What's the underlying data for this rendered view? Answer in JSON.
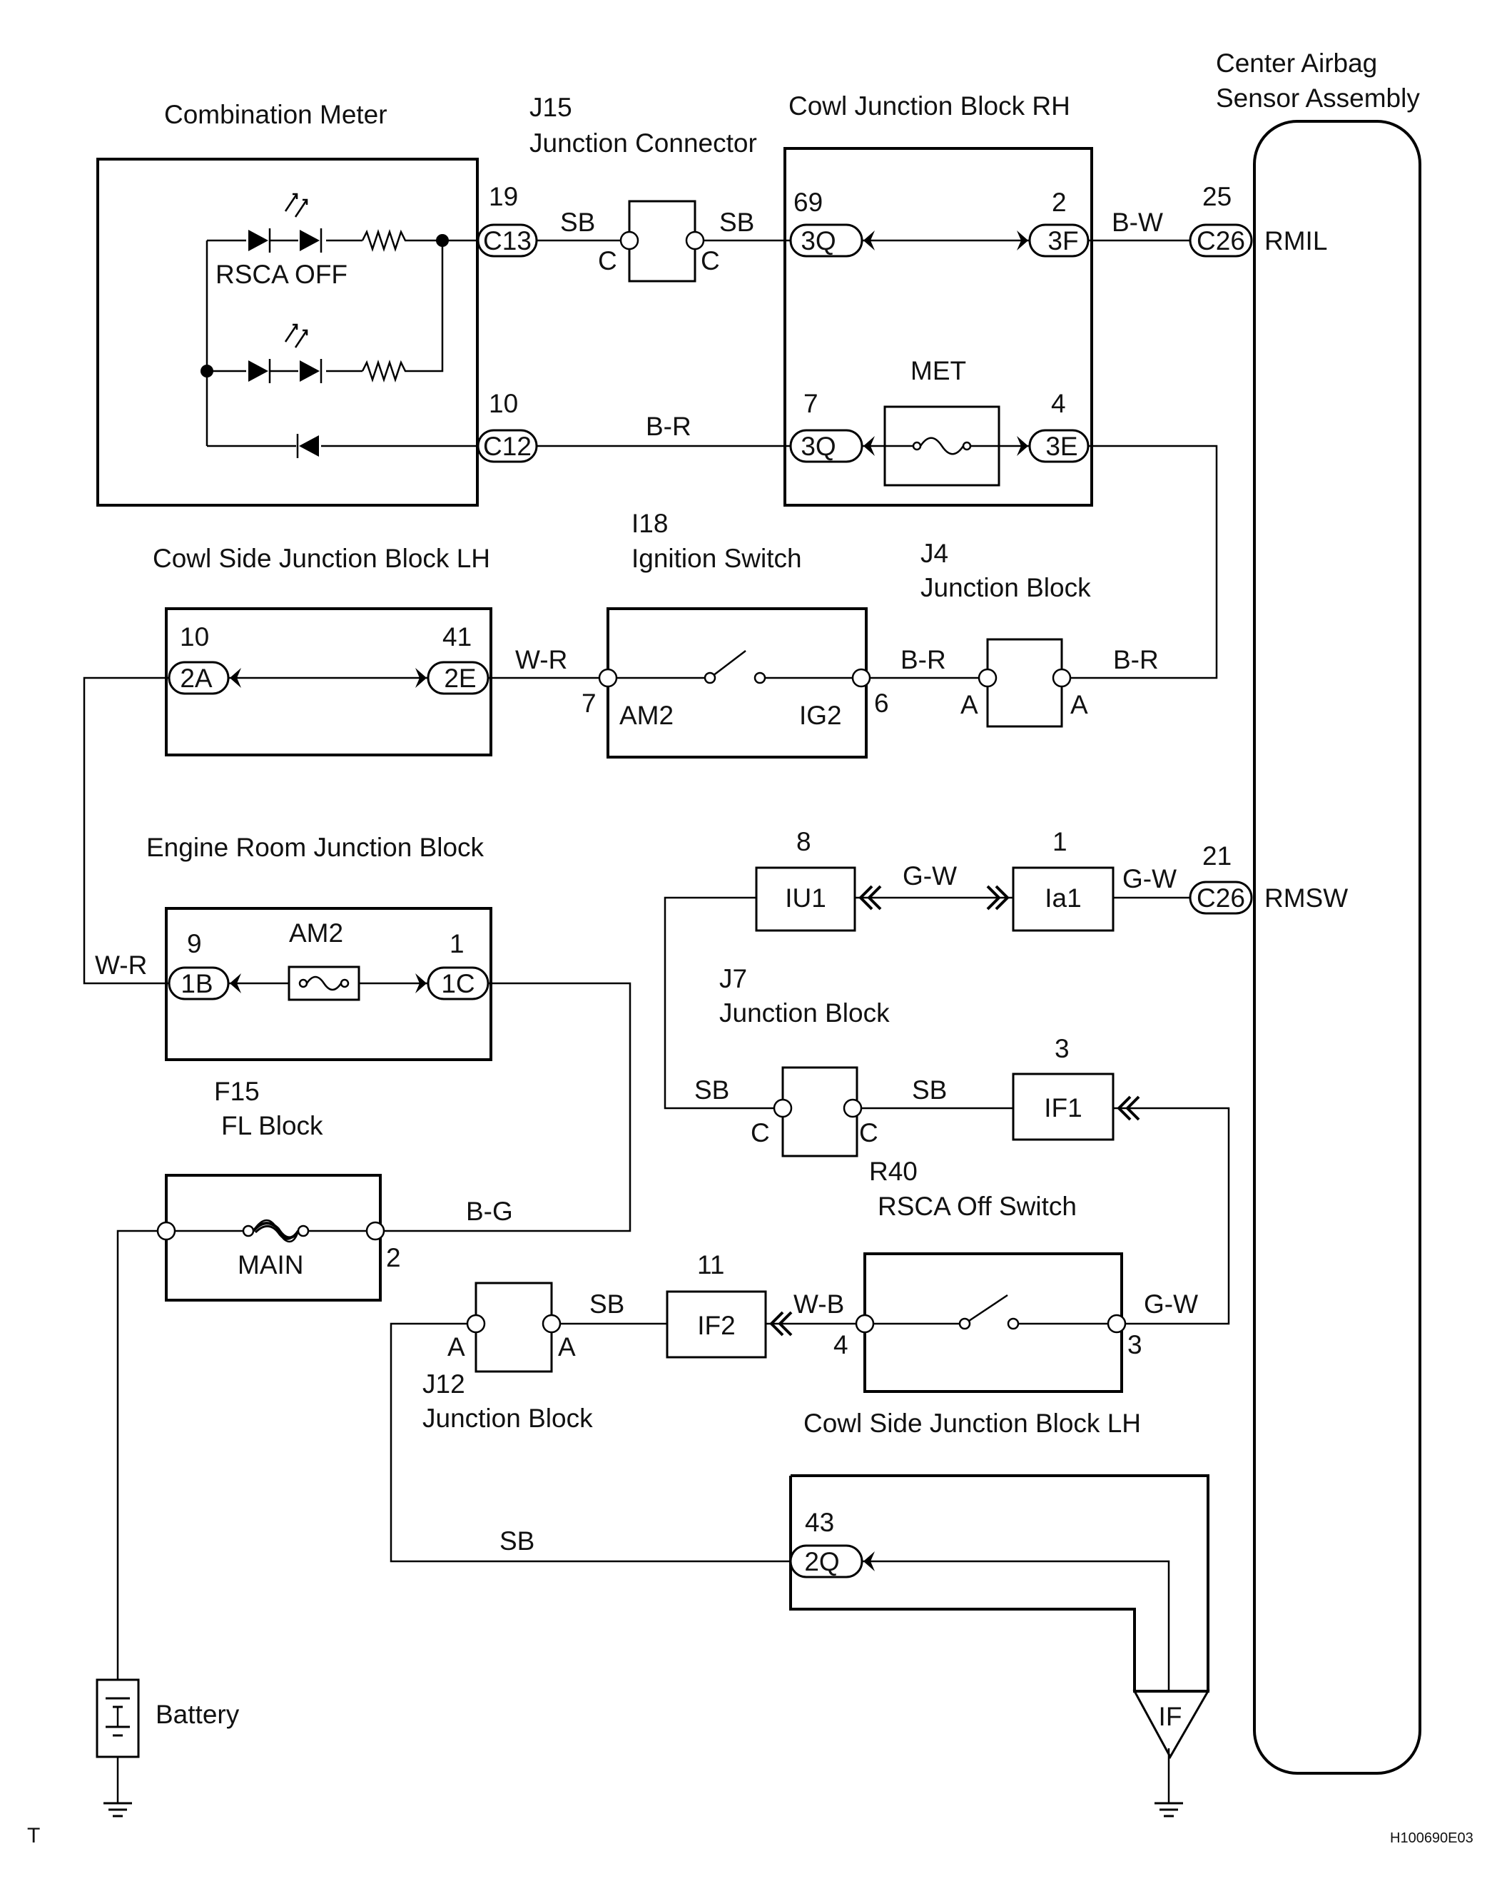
{
  "components": {
    "combination_meter": "Combination Meter",
    "j15_id": "J15",
    "j15_name": "Junction Connector",
    "cowl_jb_rh": "Cowl Junction Block RH",
    "airbag_line1": "Center Airbag",
    "airbag_line2": "Sensor Assembly",
    "cowl_side_jb_lh_top": "Cowl Side Junction Block LH",
    "i18_id": "I18",
    "i18_name": "Ignition Switch",
    "j4_id": "J4",
    "j4_name": "Junction Block",
    "engine_room_jb": "Engine Room Junction Block",
    "j7_id": "J7",
    "j7_name": "Junction Block",
    "f15_id": "F15",
    "f15_name": "FL Block",
    "r40_id": "R40",
    "r40_name": "RSCA Off Switch",
    "j12_id": "J12",
    "j12_name": "Junction Block",
    "cowl_side_jb_lh_bottom": "Cowl Side Junction Block LH",
    "battery": "Battery"
  },
  "labels": {
    "rsca_off": "RSCA OFF",
    "met": "MET",
    "am2_fuse": "AM2",
    "main_fuse": "MAIN",
    "ign_am2": "AM2",
    "ign_ig2": "IG2",
    "rmil": "RMIL",
    "rmsw": "RMSW",
    "if_ground": "IF",
    "corner_t": "T",
    "drawing_code": "H100690E03"
  },
  "connectors": {
    "c13": "C13",
    "c12": "C12",
    "q3_top": "3Q",
    "q3_bot": "3Q",
    "f3": "3F",
    "e3": "3E",
    "c26_top": "C26",
    "c26_mid": "C26",
    "a2": "2A",
    "e2": "2E",
    "b1": "1B",
    "c1": "1C",
    "iu1": "IU1",
    "ia1": "Ia1",
    "if1": "IF1",
    "if2": "IF2",
    "q2": "2Q"
  },
  "pins": {
    "p19": "19",
    "p10": "10",
    "p69": "69",
    "p2": "2",
    "p25": "25",
    "p7a": "7",
    "p4a": "4",
    "p10b": "10",
    "p41": "41",
    "p7b": "7",
    "p6": "6",
    "p9": "9",
    "p1a": "1",
    "p8": "8",
    "p1b": "1",
    "p21": "21",
    "p3a": "3",
    "p2b": "2",
    "p11": "11",
    "p4b": "4",
    "p3b": "3",
    "p43": "43",
    "j15_left": "C",
    "j15_right": "C",
    "j4_left": "A",
    "j4_right": "A",
    "j7_left": "C",
    "j7_right": "C",
    "j12_left": "A",
    "j12_right": "A"
  },
  "wires": {
    "sb_1": "SB",
    "sb_2": "SB",
    "bw": "B-W",
    "br_1": "B-R",
    "wr_1": "W-R",
    "br_2": "B-R",
    "br_3": "B-R",
    "wr_2": "W-R",
    "gw_1": "G-W",
    "gw_2": "G-W",
    "sb_3": "SB",
    "sb_4": "SB",
    "bg": "B-G",
    "sb_5": "SB",
    "wb": "W-B",
    "gw_3": "G-W",
    "sb_6": "SB"
  }
}
